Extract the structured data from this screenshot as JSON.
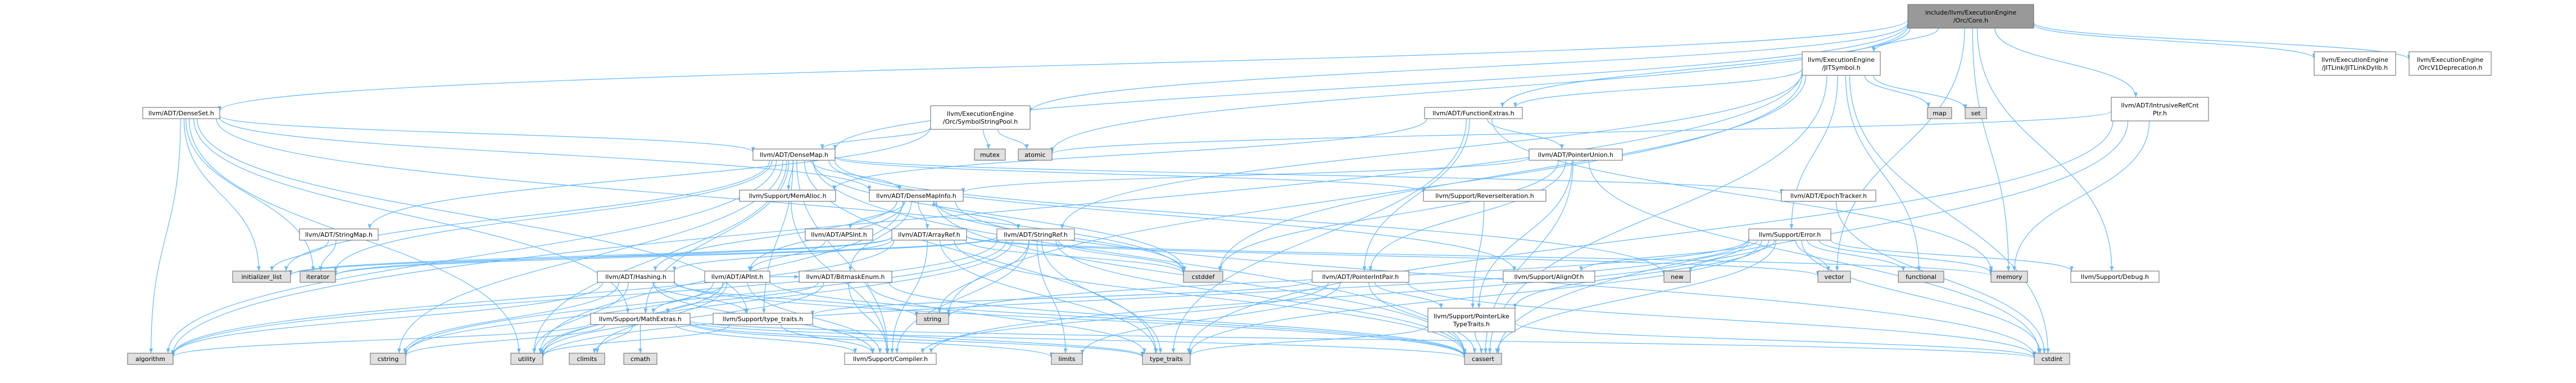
{
  "graph": {
    "colors": {
      "edge": "#63b8ff",
      "root_fill": "#999999",
      "header_fill": "#ffffff",
      "system_fill": "#e0e0e0",
      "truncated_border": "#ff0000",
      "normal_border": "#666666"
    },
    "nodes": [
      {
        "id": "root",
        "lines": [
          "include/llvm/ExecutionEngine",
          "/Orc/Core.h"
        ],
        "kind": "root"
      },
      {
        "id": "orc_symbolstringpool",
        "lines": [
          "llvm/ExecutionEngine",
          "/Orc/SymbolStringPool.h"
        ],
        "kind": "header"
      },
      {
        "id": "jitsymbol",
        "lines": [
          "llvm/ExecutionEngine",
          "/JITSymbol.h"
        ],
        "kind": "header"
      },
      {
        "id": "jitlink_dylib",
        "lines": [
          "llvm/ExecutionEngine",
          "/JITLink/JITLinkDylib.h"
        ],
        "kind": "header"
      },
      {
        "id": "orcv1dep",
        "lines": [
          "llvm/ExecutionEngine",
          "/OrcV1Deprecation.h"
        ],
        "kind": "header"
      },
      {
        "id": "denseset",
        "lines": [
          "llvm/ADT/DenseSet.h"
        ],
        "kind": "header"
      },
      {
        "id": "functionextras",
        "lines": [
          "llvm/ADT/FunctionExtras.h"
        ],
        "kind": "header"
      },
      {
        "id": "intrusiverefcnt",
        "lines": [
          "llvm/ADT/IntrusiveRefCnt",
          "Ptr.h"
        ],
        "kind": "header"
      },
      {
        "id": "densemap",
        "lines": [
          "llvm/ADT/DenseMap.h"
        ],
        "kind": "header"
      },
      {
        "id": "pointerunion",
        "lines": [
          "llvm/ADT/PointerUnion.h"
        ],
        "kind": "header"
      },
      {
        "id": "memalloc",
        "lines": [
          "llvm/Support/MemAlloc.h"
        ],
        "kind": "truncated"
      },
      {
        "id": "densemapinfo",
        "lines": [
          "llvm/ADT/DenseMapInfo.h"
        ],
        "kind": "header"
      },
      {
        "id": "reverseiteration",
        "lines": [
          "llvm/Support/ReverseIteration.h"
        ],
        "kind": "truncated"
      },
      {
        "id": "epochtracker",
        "lines": [
          "llvm/ADT/EpochTracker.h"
        ],
        "kind": "truncated"
      },
      {
        "id": "stringmap",
        "lines": [
          "llvm/ADT/StringMap.h"
        ],
        "kind": "truncated"
      },
      {
        "id": "apsint",
        "lines": [
          "llvm/ADT/APSInt.h"
        ],
        "kind": "header"
      },
      {
        "id": "arrayref",
        "lines": [
          "llvm/ADT/ArrayRef.h"
        ],
        "kind": "truncated"
      },
      {
        "id": "stringref",
        "lines": [
          "llvm/ADT/StringRef.h"
        ],
        "kind": "truncated"
      },
      {
        "id": "supporterror",
        "lines": [
          "llvm/Support/Error.h"
        ],
        "kind": "truncated"
      },
      {
        "id": "hashing",
        "lines": [
          "llvm/ADT/Hashing.h"
        ],
        "kind": "truncated"
      },
      {
        "id": "apint",
        "lines": [
          "llvm/ADT/APInt.h"
        ],
        "kind": "header"
      },
      {
        "id": "bitmaskenum",
        "lines": [
          "llvm/ADT/BitmaskEnum.h"
        ],
        "kind": "header"
      },
      {
        "id": "pointerintpair",
        "lines": [
          "llvm/ADT/PointerIntPair.h"
        ],
        "kind": "header"
      },
      {
        "id": "alignof",
        "lines": [
          "llvm/Support/AlignOf.h"
        ],
        "kind": "header"
      },
      {
        "id": "supportdebug",
        "lines": [
          "llvm/Support/Debug.h"
        ],
        "kind": "header"
      },
      {
        "id": "pointerliketypetraits",
        "lines": [
          "llvm/Support/PointerLike",
          "TypeTraits.h"
        ],
        "kind": "truncated"
      },
      {
        "id": "mathextras",
        "lines": [
          "llvm/Support/MathExtras.h"
        ],
        "kind": "header"
      },
      {
        "id": "typetraits_h",
        "lines": [
          "llvm/Support/type_traits.h"
        ],
        "kind": "header"
      },
      {
        "id": "compiler",
        "lines": [
          "llvm/Support/Compiler.h"
        ],
        "kind": "truncated"
      },
      {
        "id": "map",
        "lines": [
          "map"
        ],
        "kind": "system"
      },
      {
        "id": "set",
        "lines": [
          "set"
        ],
        "kind": "system"
      },
      {
        "id": "mutex",
        "lines": [
          "mutex"
        ],
        "kind": "system"
      },
      {
        "id": "atomic",
        "lines": [
          "atomic"
        ],
        "kind": "system"
      },
      {
        "id": "initializer_list",
        "lines": [
          "initializer_list"
        ],
        "kind": "system"
      },
      {
        "id": "iterator",
        "lines": [
          "iterator"
        ],
        "kind": "system"
      },
      {
        "id": "cstddef",
        "lines": [
          "cstddef"
        ],
        "kind": "system"
      },
      {
        "id": "new",
        "lines": [
          "new"
        ],
        "kind": "system"
      },
      {
        "id": "vector",
        "lines": [
          "vector"
        ],
        "kind": "system"
      },
      {
        "id": "functional",
        "lines": [
          "functional"
        ],
        "kind": "system"
      },
      {
        "id": "memory",
        "lines": [
          "memory"
        ],
        "kind": "system"
      },
      {
        "id": "string",
        "lines": [
          "string"
        ],
        "kind": "system"
      },
      {
        "id": "algorithm",
        "lines": [
          "algorithm"
        ],
        "kind": "system"
      },
      {
        "id": "cstring",
        "lines": [
          "cstring"
        ],
        "kind": "system"
      },
      {
        "id": "utility",
        "lines": [
          "utility"
        ],
        "kind": "system"
      },
      {
        "id": "climits",
        "lines": [
          "climits"
        ],
        "kind": "system"
      },
      {
        "id": "cmath",
        "lines": [
          "cmath"
        ],
        "kind": "system"
      },
      {
        "id": "limits",
        "lines": [
          "limits"
        ],
        "kind": "system"
      },
      {
        "id": "type_traits",
        "lines": [
          "type_traits"
        ],
        "kind": "system"
      },
      {
        "id": "cassert",
        "lines": [
          "cassert"
        ],
        "kind": "system"
      },
      {
        "id": "cstdint",
        "lines": [
          "cstdint"
        ],
        "kind": "system"
      }
    ],
    "edges": [
      [
        "root",
        "denseset"
      ],
      [
        "root",
        "functionextras"
      ],
      [
        "root",
        "intrusiverefcnt"
      ],
      [
        "root",
        "orc_symbolstringpool"
      ],
      [
        "root",
        "jitsymbol"
      ],
      [
        "root",
        "jitlink_dylib"
      ],
      [
        "root",
        "orcv1dep"
      ],
      [
        "root",
        "supportdebug"
      ],
      [
        "root",
        "atomic"
      ],
      [
        "root",
        "vector"
      ],
      [
        "root",
        "densemap"
      ],
      [
        "root",
        "memory"
      ],
      [
        "jitsymbol",
        "map"
      ],
      [
        "jitsymbol",
        "set"
      ],
      [
        "jitsymbol",
        "functionextras"
      ],
      [
        "jitsymbol",
        "supporterror"
      ],
      [
        "jitsymbol",
        "stringref"
      ],
      [
        "jitsymbol",
        "cstddef"
      ],
      [
        "jitsymbol",
        "cstdint"
      ],
      [
        "jitsymbol",
        "functional"
      ],
      [
        "jitsymbol",
        "string"
      ],
      [
        "jitsymbol",
        "algorithm"
      ],
      [
        "jitsymbol",
        "cassert"
      ],
      [
        "orc_symbolstringpool",
        "densemap"
      ],
      [
        "orc_symbolstringpool",
        "stringmap"
      ],
      [
        "orc_symbolstringpool",
        "atomic"
      ],
      [
        "orc_symbolstringpool",
        "mutex"
      ],
      [
        "intrusiverefcnt",
        "atomic"
      ],
      [
        "intrusiverefcnt",
        "cassert"
      ],
      [
        "intrusiverefcnt",
        "memory"
      ],
      [
        "intrusiverefcnt",
        "type_traits"
      ],
      [
        "denseset",
        "densemap"
      ],
      [
        "denseset",
        "densemapinfo"
      ],
      [
        "denseset",
        "mathextras"
      ],
      [
        "denseset",
        "typetraits_h"
      ],
      [
        "denseset",
        "algorithm"
      ],
      [
        "denseset",
        "cstddef"
      ],
      [
        "denseset",
        "initializer_list"
      ],
      [
        "denseset",
        "iterator"
      ],
      [
        "denseset",
        "utility"
      ],
      [
        "functionextras",
        "pointerintpair"
      ],
      [
        "functionextras",
        "pointerunion"
      ],
      [
        "functionextras",
        "memalloc"
      ],
      [
        "functionextras",
        "memory"
      ],
      [
        "functionextras",
        "type_traits"
      ],
      [
        "pointerunion",
        "densemapinfo"
      ],
      [
        "pointerunion",
        "pointerintpair"
      ],
      [
        "pointerunion",
        "pointerliketypetraits"
      ],
      [
        "pointerunion",
        "cassert"
      ],
      [
        "pointerunion",
        "cstddef"
      ],
      [
        "pointerunion",
        "cstdint"
      ],
      [
        "densemap",
        "densemapinfo"
      ],
      [
        "densemap",
        "epochtracker"
      ],
      [
        "densemap",
        "alignof"
      ],
      [
        "densemap",
        "compiler"
      ],
      [
        "densemap",
        "mathextras"
      ],
      [
        "densemap",
        "memalloc"
      ],
      [
        "densemap",
        "reverseiteration"
      ],
      [
        "densemap",
        "typetraits_h"
      ],
      [
        "densemap",
        "algorithm"
      ],
      [
        "densemap",
        "cassert"
      ],
      [
        "densemap",
        "cstddef"
      ],
      [
        "densemap",
        "cstring"
      ],
      [
        "densemap",
        "initializer_list"
      ],
      [
        "densemap",
        "iterator"
      ],
      [
        "densemap",
        "new"
      ],
      [
        "densemap",
        "type_traits"
      ],
      [
        "densemap",
        "utility"
      ],
      [
        "densemapinfo",
        "apint"
      ],
      [
        "densemapinfo",
        "apsint"
      ],
      [
        "densemapinfo",
        "arrayref"
      ],
      [
        "densemapinfo",
        "hashing"
      ],
      [
        "densemapinfo",
        "stringref"
      ],
      [
        "densemapinfo",
        "cassert"
      ],
      [
        "densemapinfo",
        "cstddef"
      ],
      [
        "densemapinfo",
        "cstdint"
      ],
      [
        "densemapinfo",
        "utility"
      ],
      [
        "densemapinfo",
        "bitmaskenum"
      ],
      [
        "apsint",
        "apint"
      ],
      [
        "apint",
        "bitmaskenum"
      ],
      [
        "apint",
        "mathextras"
      ],
      [
        "apint",
        "compiler"
      ],
      [
        "apint",
        "cassert"
      ],
      [
        "apint",
        "climits"
      ],
      [
        "apint",
        "cstring"
      ],
      [
        "apint",
        "utility"
      ],
      [
        "bitmaskenum",
        "mathextras"
      ],
      [
        "bitmaskenum",
        "compiler"
      ],
      [
        "bitmaskenum",
        "cassert"
      ],
      [
        "bitmaskenum",
        "type_traits"
      ],
      [
        "bitmaskenum",
        "utility"
      ],
      [
        "arrayref",
        "hashing"
      ],
      [
        "arrayref",
        "compiler"
      ],
      [
        "arrayref",
        "algorithm"
      ],
      [
        "arrayref",
        "cassert"
      ],
      [
        "arrayref",
        "cstddef"
      ],
      [
        "arrayref",
        "initializer_list"
      ],
      [
        "arrayref",
        "iterator"
      ],
      [
        "arrayref",
        "memory"
      ],
      [
        "arrayref",
        "type_traits"
      ],
      [
        "arrayref",
        "vector"
      ],
      [
        "stringref",
        "densemapinfo"
      ],
      [
        "stringref",
        "compiler"
      ],
      [
        "stringref",
        "algorithm"
      ],
      [
        "stringref",
        "cassert"
      ],
      [
        "stringref",
        "cstddef"
      ],
      [
        "stringref",
        "cstring"
      ],
      [
        "stringref",
        "limits"
      ],
      [
        "stringref",
        "string"
      ],
      [
        "stringref",
        "type_traits"
      ],
      [
        "stringref",
        "utility"
      ],
      [
        "stringref",
        "iterator"
      ],
      [
        "stringref",
        "initializer_list"
      ],
      [
        "hashing",
        "typetraits_h"
      ],
      [
        "hashing",
        "compiler"
      ],
      [
        "hashing",
        "algorithm"
      ],
      [
        "hashing",
        "cassert"
      ],
      [
        "hashing",
        "cstring"
      ],
      [
        "hashing",
        "string"
      ],
      [
        "hashing",
        "tuple_placeholder"
      ],
      [
        "hashing",
        "utility"
      ],
      [
        "mathextras",
        "compiler"
      ],
      [
        "mathextras",
        "algorithm"
      ],
      [
        "mathextras",
        "cassert"
      ],
      [
        "mathextras",
        "climits"
      ],
      [
        "mathextras",
        "cmath"
      ],
      [
        "mathextras",
        "cstdint"
      ],
      [
        "mathextras",
        "cstring"
      ],
      [
        "mathextras",
        "limits"
      ],
      [
        "mathextras",
        "type_traits"
      ],
      [
        "typetraits_h",
        "compiler"
      ],
      [
        "typetraits_h",
        "type_traits"
      ],
      [
        "typetraits_h",
        "utility"
      ],
      [
        "pointerintpair",
        "pointerliketypetraits"
      ],
      [
        "pointerintpair",
        "compiler"
      ],
      [
        "pointerintpair",
        "typetraits_h"
      ],
      [
        "pointerintpair",
        "cassert"
      ],
      [
        "pointerintpair",
        "cstdint"
      ],
      [
        "pointerintpair",
        "limits"
      ],
      [
        "pointerliketypetraits",
        "cassert"
      ],
      [
        "pointerliketypetraits",
        "cstdint"
      ],
      [
        "pointerliketypetraits",
        "type_traits"
      ],
      [
        "supporterror",
        "compiler"
      ],
      [
        "supporterror",
        "alignof"
      ],
      [
        "supporterror",
        "supportdebug"
      ],
      [
        "supporterror",
        "cassert"
      ],
      [
        "supporterror",
        "cstdint"
      ],
      [
        "supporterror",
        "functional"
      ],
      [
        "supporterror",
        "memory"
      ],
      [
        "supporterror",
        "new"
      ],
      [
        "supporterror",
        "string"
      ],
      [
        "supporterror",
        "type_traits"
      ],
      [
        "supporterror",
        "utility"
      ],
      [
        "supporterror",
        "vector"
      ],
      [
        "supporterror",
        "pointerliketypetraits"
      ],
      [
        "memalloc",
        "compiler"
      ],
      [
        "reverseiteration",
        "pointerliketypetraits"
      ],
      [
        "epochtracker",
        "cstdint"
      ],
      [
        "stringmap",
        "initializer_list"
      ],
      [
        "stringmap",
        "iterator"
      ]
    ]
  }
}
